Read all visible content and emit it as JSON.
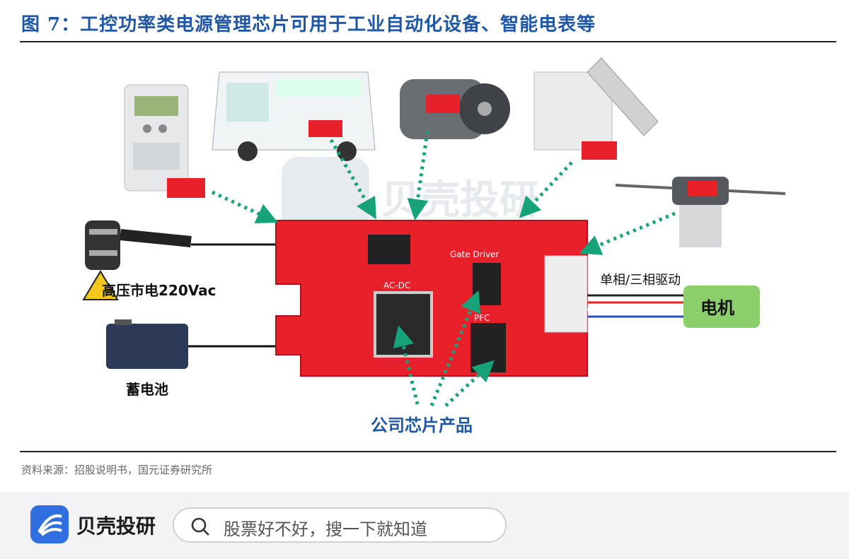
{
  "figure": {
    "title": "图 7：工控功率类电源管理芯片可用于工业自动化设备、智能电表等",
    "source": "资料来源：招股说明书，国元证券研究所",
    "labels": {
      "high_voltage": "高压市电220Vac",
      "battery": "蓄电池",
      "motor": "电机",
      "drive": "单相/三相驱动",
      "products": "公司芯片产品",
      "ac_dc": "AC-DC",
      "gate_driver": "Gate Driver",
      "pfc": "PFC",
      "watermark": "贝壳投研"
    },
    "colors": {
      "title": "#1f56a6",
      "board": "#e8202a",
      "arrow": "#17a37a",
      "motor_box": "#8bcf6a"
    }
  },
  "footer": {
    "brand": "贝壳投研",
    "search_placeholder": "股票好不好，搜一下就知道"
  },
  "icons": {
    "search": "search-icon",
    "logo": "fan-logo-icon"
  }
}
